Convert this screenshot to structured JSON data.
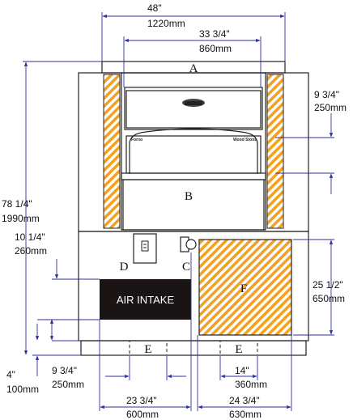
{
  "dimensions": {
    "overall_width_in": "48\"",
    "overall_width_mm": "1220mm",
    "opening_width_in": "33 3/4\"",
    "opening_width_mm": "860mm",
    "upper_right_in": "9 3/4\"",
    "upper_right_mm": "250mm",
    "overall_height_in": "78 1/4\"",
    "overall_height_mm": "1990mm",
    "left_mid_in": "10 1/4\"",
    "left_mid_mm": "260mm",
    "panel_height_in": "25 1/2\"",
    "panel_height_mm": "650mm",
    "base_in": "4\"",
    "base_mm": "100mm",
    "bottom_left_in": "9 3/4\"",
    "bottom_left_mm": "250mm",
    "bottom_right_in": "14\"",
    "bottom_right_mm": "360mm",
    "bottom_mid_left_in": "23 3/4\"",
    "bottom_mid_left_mm": "600mm",
    "bottom_mid_right_in": "24 3/4\"",
    "bottom_mid_right_mm": "630mm"
  },
  "labels": {
    "a": "A",
    "b": "B",
    "c": "C",
    "d": "D",
    "e_left": "E",
    "e_right": "E",
    "f": "F"
  },
  "air_intake": "AIR INTAKE",
  "colors": {
    "hatch": "#f5a01e",
    "dimension_line": "#2f2fa0",
    "outline": "#222222",
    "intake_fill": "#1b1414"
  }
}
